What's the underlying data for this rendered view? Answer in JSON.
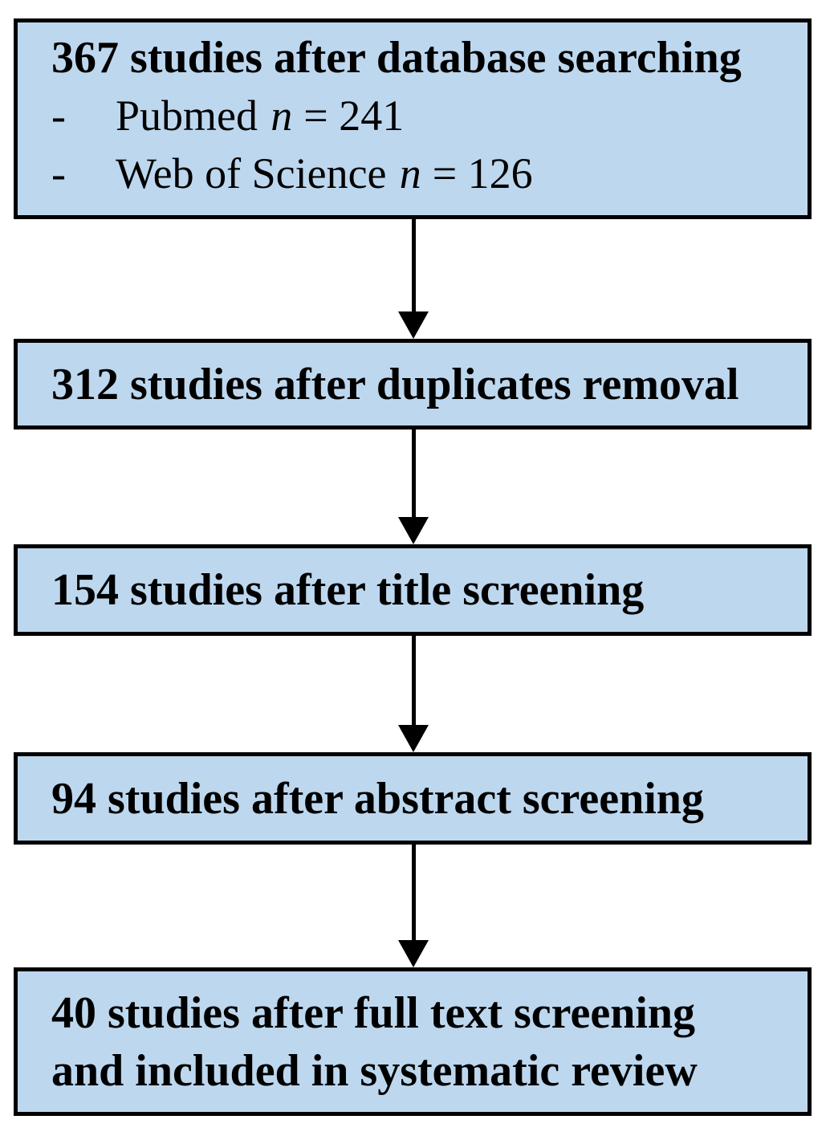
{
  "colors": {
    "box_fill": "#BDD7EE",
    "box_border": "#000000",
    "arrow": "#000000",
    "text": "#000000",
    "background": "#FFFFFF"
  },
  "flowchart": {
    "boxes": [
      {
        "title": "367 studies after database searching",
        "bullets": [
          {
            "bullet": "-",
            "label": "Pubmed",
            "var": "n",
            "value": "= 241"
          },
          {
            "bullet": "-",
            "label": "Web of Science",
            "var": "n",
            "value": "= 126"
          }
        ]
      },
      {
        "title": "312 studies after duplicates removal"
      },
      {
        "title": "154 studies after title screening"
      },
      {
        "title": "94 studies after abstract screening"
      },
      {
        "title_line1": "40 studies after full text screening",
        "title_line2": "and included in systematic review"
      }
    ]
  }
}
